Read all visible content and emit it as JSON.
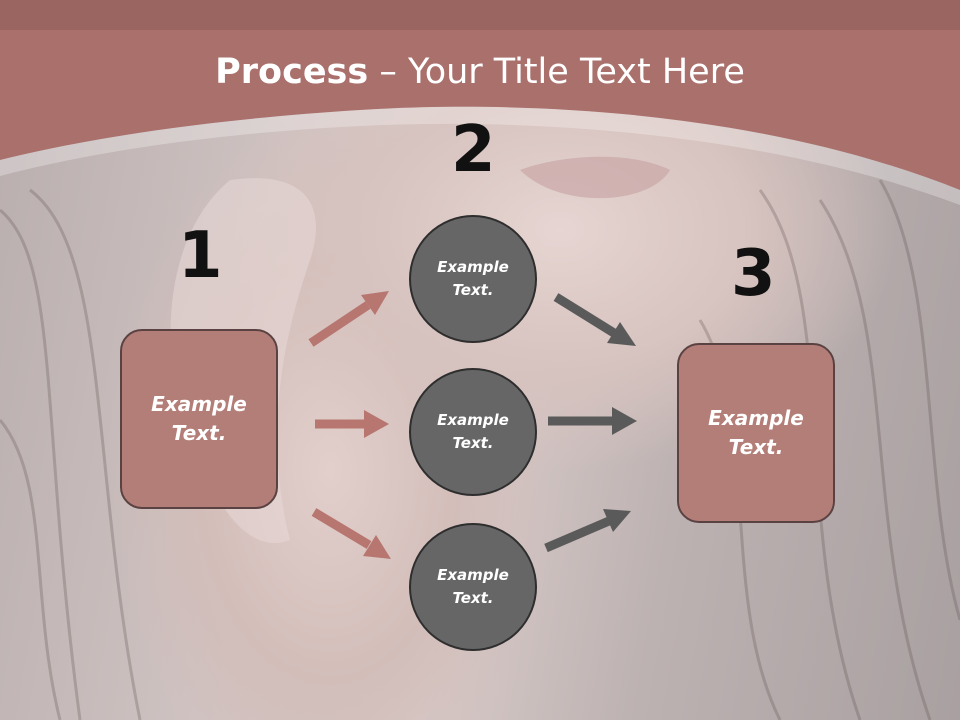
{
  "title": {
    "bold": "Process",
    "rest": " – Your Title Text Here"
  },
  "steps": {
    "one": "1",
    "two": "2",
    "three": "3"
  },
  "left_box": {
    "text": "Example\nText."
  },
  "right_box": {
    "text": "Example\nText."
  },
  "circles": [
    {
      "text": "Example\nText."
    },
    {
      "text": "Example\nText."
    },
    {
      "text": "Example\nText."
    }
  ],
  "colors": {
    "header": "#a9706c",
    "box_fill": "#b47e78",
    "circle_fill": "#666666",
    "left_arrows": "#b7766f",
    "right_arrows": "#5a5a5a"
  }
}
